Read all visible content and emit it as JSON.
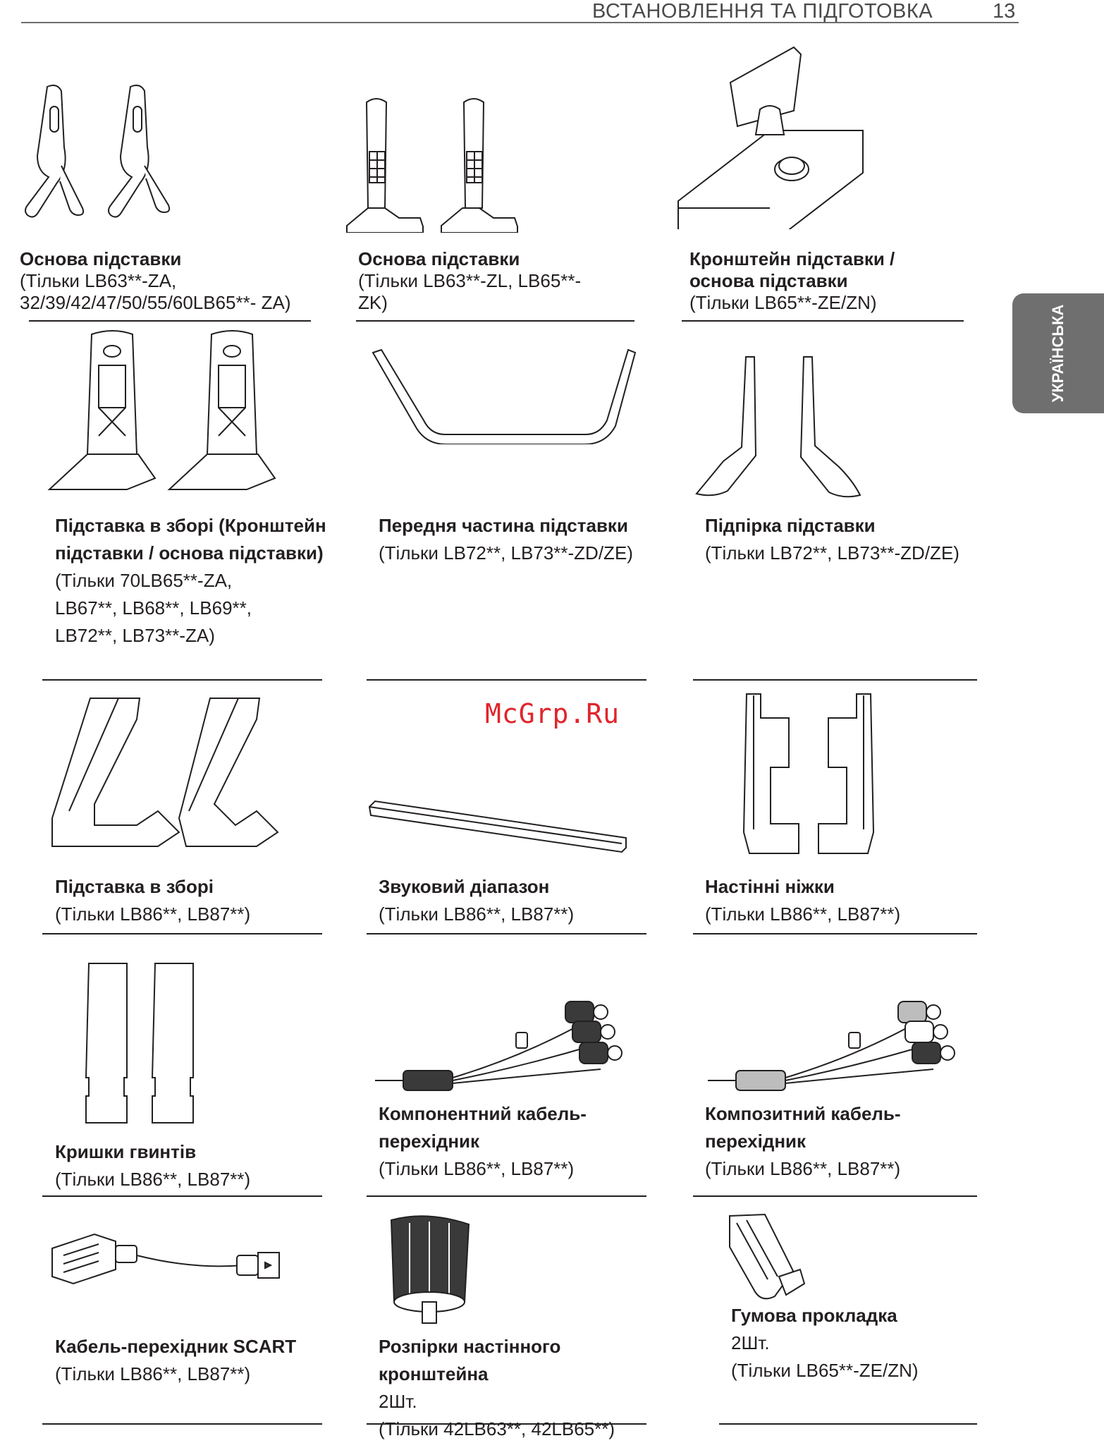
{
  "header": {
    "title": "ВСТАНОВЛЕННЯ ТА ПІДГОТОВКА",
    "page_number": "13"
  },
  "side_tab": {
    "label": "УКРАЇНСЬКА"
  },
  "watermark": "McGrp.Ru",
  "items": [
    {
      "title": "Основа підставки",
      "desc": [
        "(Тільки LB63**-ZA,",
        "32/39/42/47/50/55/60LB65**-  ZA)"
      ]
    },
    {
      "title": "Основа підставки",
      "desc": [
        "(Тільки LB63**-ZL, LB65**-",
        "ZK)"
      ]
    },
    {
      "title": "Кронштейн підставки / основа підставки",
      "desc": [
        "(Тільки LB65**-ZE/ZN)"
      ]
    },
    {
      "title": "Підставка в зборі (Кронштейн підставки / основа підставки)",
      "desc": [
        "(Тільки 70LB65**-ZA,",
        "LB67**, LB68**, LB69**,",
        "LB72**, LB73**-ZA)"
      ]
    },
    {
      "title": "Передня частина підставки",
      "desc": [
        "(Тільки LB72**, LB73**-ZD/ZE)"
      ]
    },
    {
      "title": "Підпірка підставки",
      "desc": [
        "(Тільки LB72**, LB73**-ZD/ZE)"
      ]
    },
    {
      "title": "Підставка в зборі",
      "desc": [
        "(Тільки LB86**, LB87**)"
      ]
    },
    {
      "title": "Звуковий діапазон",
      "desc": [
        "(Тільки LB86**, LB87**)"
      ]
    },
    {
      "title": "Настінні ніжки",
      "desc": [
        "(Тільки LB86**, LB87**)"
      ]
    },
    {
      "title": "Кришки гвинтів",
      "desc": [
        "(Тільки LB86**, LB87**)"
      ]
    },
    {
      "title": "Компонентний кабель-перехідник",
      "desc": [
        "(Тільки LB86**, LB87**)"
      ]
    },
    {
      "title": "Композитний кабель-перехідник",
      "desc": [
        "(Тільки LB86**, LB87**)"
      ]
    },
    {
      "title": "Кабель-перехідник SCART",
      "desc": [
        "(Тільки LB86**, LB87**)"
      ]
    },
    {
      "title": "Розпірки настінного кронштейна",
      "qty": "2Шт.",
      "desc": [
        "(Тільки 42LB63**, 42LB65**)"
      ]
    },
    {
      "title": "Гумова прокладка",
      "qty": "2Шт.",
      "desc": [
        "(Тільки LB65**-ZE/ZN)"
      ]
    }
  ]
}
